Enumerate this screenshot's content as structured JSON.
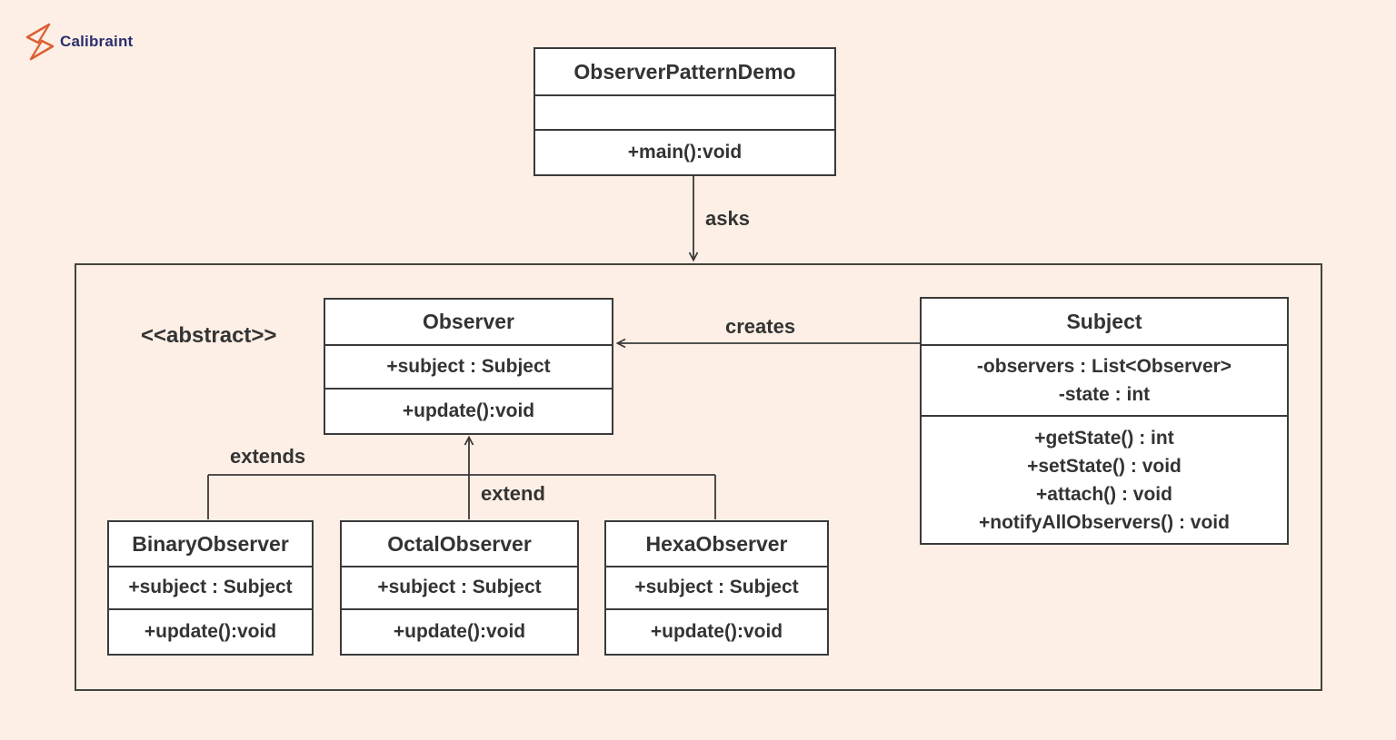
{
  "logo": {
    "text": "Calibraint",
    "icon": "calibraint-zigzag-icon"
  },
  "classes": {
    "demo": {
      "name": "ObserverPatternDemo",
      "attributes": [],
      "methods": [
        "+main():void"
      ]
    },
    "observer": {
      "name": "Observer",
      "stereotype": "<<abstract>>",
      "attributes": [
        "+subject : Subject"
      ],
      "methods": [
        "+update():void"
      ]
    },
    "subject": {
      "name": "Subject",
      "attributes": [
        "-observers : List<Observer>",
        "-state : int"
      ],
      "methods": [
        "+getState() : int",
        "+setState() : void",
        "+attach() : void",
        "+notifyAllObservers() : void"
      ]
    },
    "binary": {
      "name": "BinaryObserver",
      "attributes": [
        "+subject : Subject"
      ],
      "methods": [
        "+update():void"
      ]
    },
    "octal": {
      "name": "OctalObserver",
      "attributes": [
        "+subject : Subject"
      ],
      "methods": [
        "+update():void"
      ]
    },
    "hexa": {
      "name": "HexaObserver",
      "attributes": [
        "+subject : Subject"
      ],
      "methods": [
        "+update():void"
      ]
    }
  },
  "edge_labels": {
    "asks": "asks",
    "creates": "creates",
    "extends": "extends",
    "extend": "extend"
  },
  "colors": {
    "background": "#fdefe5",
    "box_fill": "#ffffff",
    "border": "#3a3a3a",
    "frame_border": "#47423c",
    "text": "#333333",
    "logo_text": "#2b2f6e",
    "logo_icon": "#dd5f33"
  }
}
